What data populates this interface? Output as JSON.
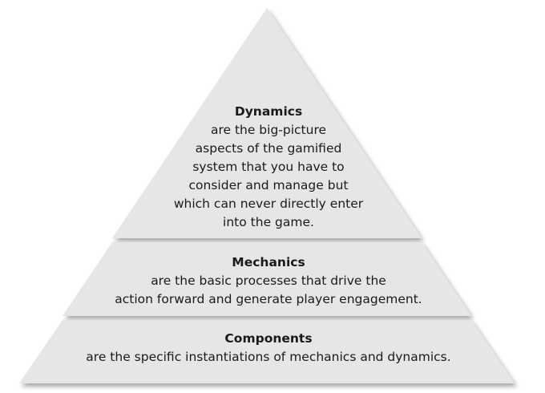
{
  "diagram": {
    "type": "pyramid",
    "colors": {
      "tier_fill": "#e6e6e6",
      "separator": "#ffffff",
      "shadow": "#cfcfcf",
      "text": "#1a1a1a"
    },
    "tiers": [
      {
        "title": "Dynamics",
        "lines": [
          "are the big-picture",
          "aspects of the gamified",
          "system that you have to",
          "consider and manage but",
          "which can never directly enter",
          "into the game."
        ]
      },
      {
        "title": "Mechanics",
        "lines": [
          "are the basic processes that drive the",
          "action forward and generate player engagement."
        ]
      },
      {
        "title": "Components",
        "lines": [
          "are the specific instantiations of mechanics and dynamics."
        ]
      }
    ]
  }
}
